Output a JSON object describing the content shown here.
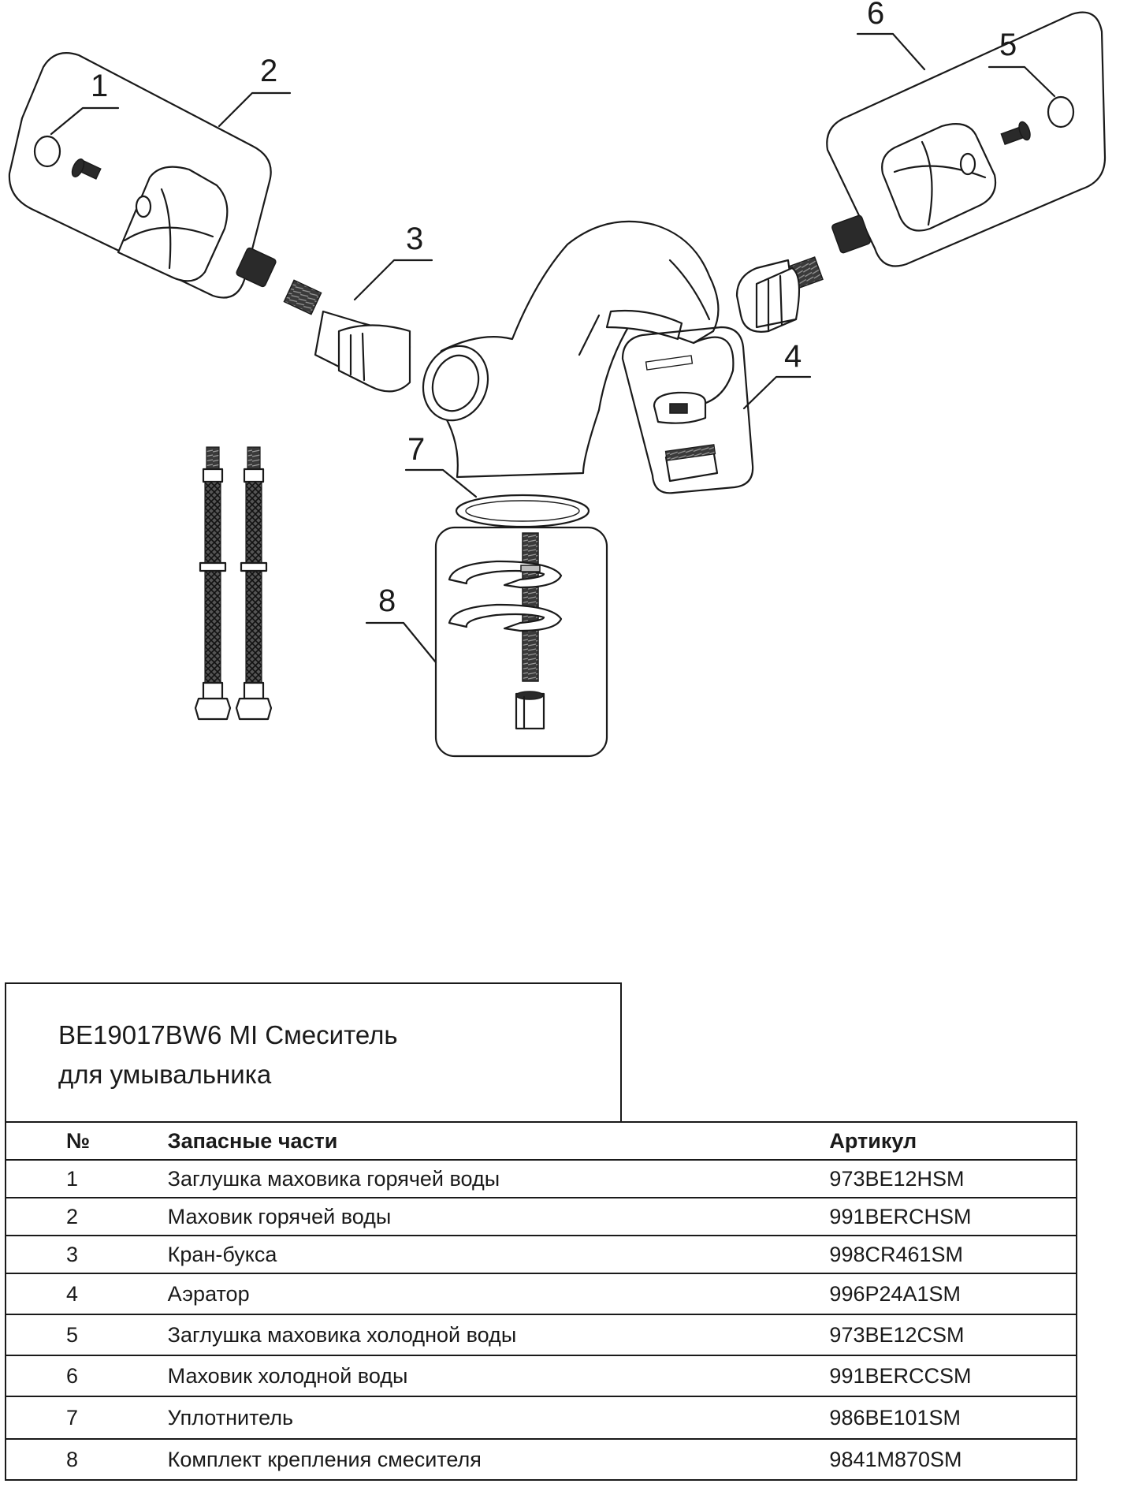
{
  "diagram": {
    "callouts": [
      "1",
      "2",
      "3",
      "4",
      "5",
      "6",
      "7",
      "8"
    ]
  },
  "title": {
    "line1": "BE19017BW6 MI Смеситель",
    "line2": "для умывальника"
  },
  "table": {
    "headers": {
      "num": "№",
      "name": "Запасные части",
      "article": "Артикул"
    },
    "rows": [
      {
        "num": "1",
        "name": "Заглушка маховика горячей воды",
        "article": "973BE12HSM"
      },
      {
        "num": "2",
        "name": "Маховик горячей воды",
        "article": "991BERCHSM"
      },
      {
        "num": "3",
        "name": "Кран-букса",
        "article": "998CR461SM"
      },
      {
        "num": "4",
        "name": "Аэратор",
        "article": "996P24A1SM"
      },
      {
        "num": "5",
        "name": "Заглушка маховика холодной воды",
        "article": "973BE12CSM"
      },
      {
        "num": "6",
        "name": "Маховик холодной воды",
        "article": "991BERCCSM"
      },
      {
        "num": "7",
        "name": "Уплотнитель",
        "article": "986BE101SM"
      },
      {
        "num": "8",
        "name": "Комплект крепления смесителя",
        "article": "9841M870SM"
      }
    ]
  }
}
